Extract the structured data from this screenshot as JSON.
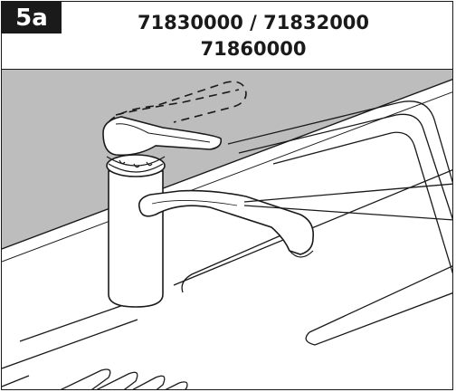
{
  "header": {
    "step_label": "5a",
    "model_numbers_line1": "71830000 / 71832000",
    "model_numbers_line2": "71860000"
  },
  "illustration": {
    "subject": "kitchen-mixer-tap-over-sink",
    "colors": {
      "wall": "#bdbdbd",
      "counter": "#ffffff",
      "ink": "#1a1a1a"
    }
  }
}
